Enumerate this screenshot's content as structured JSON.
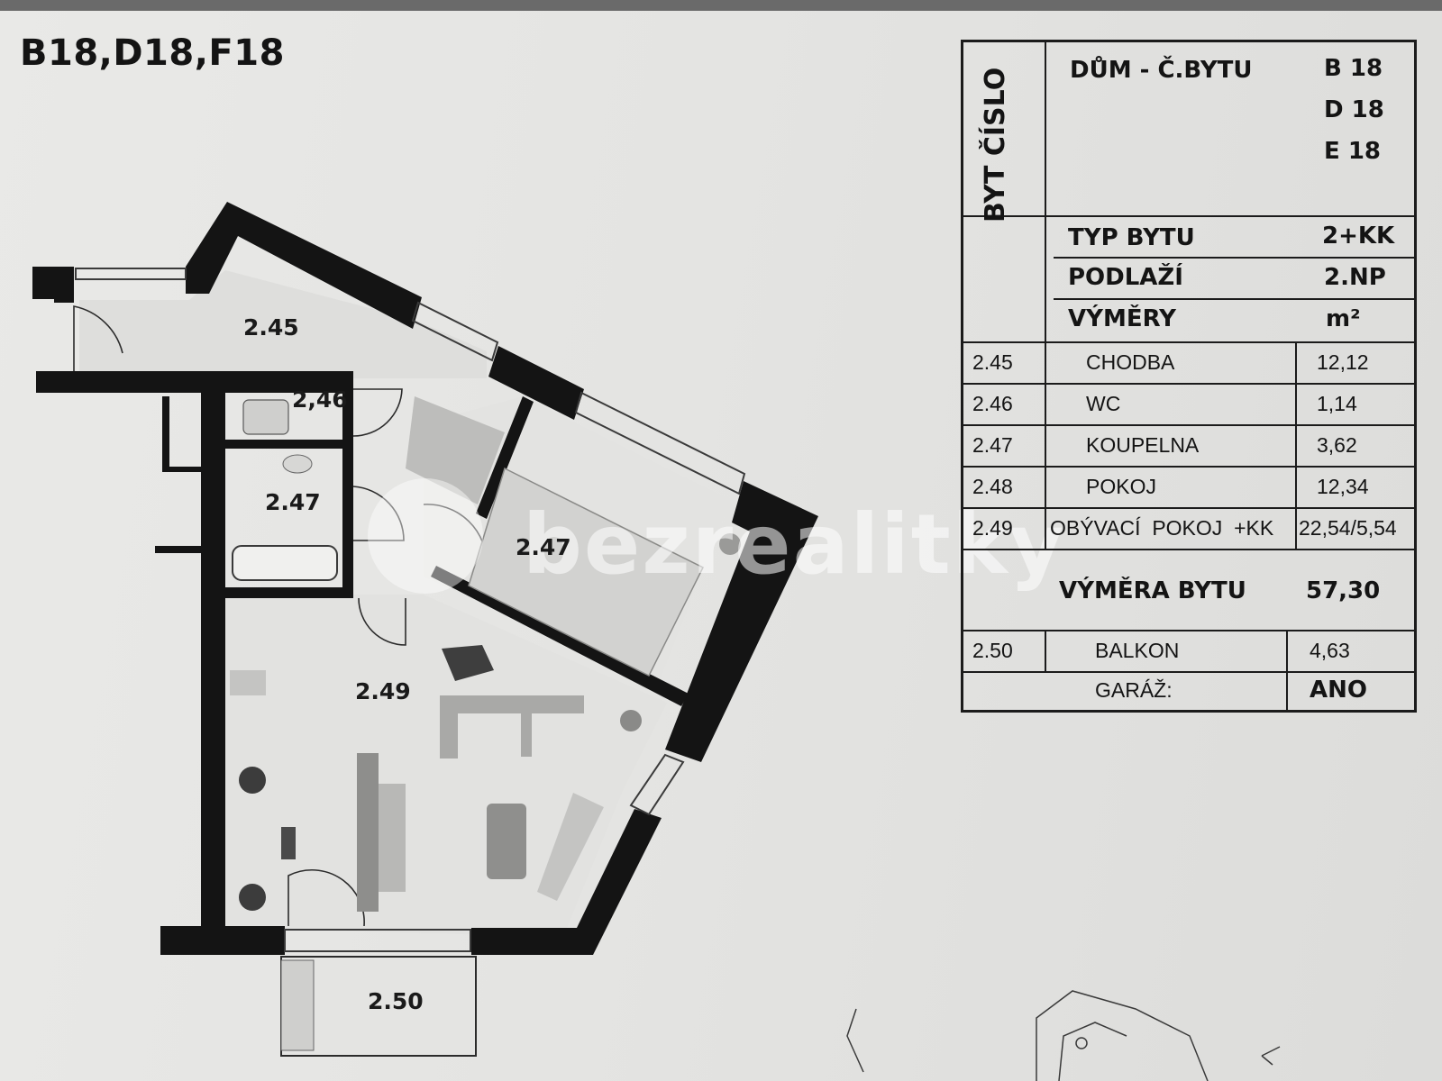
{
  "sheet": {
    "title": "B18,D18,F18"
  },
  "rooms": [
    {
      "id": "2.45",
      "label": "2.45"
    },
    {
      "id": "2.46",
      "label": "2,46"
    },
    {
      "id": "2.47",
      "label": "2.47"
    },
    {
      "id": "2.47b",
      "label": "2.47"
    },
    {
      "id": "2.49",
      "label": "2.49"
    },
    {
      "id": "2.50",
      "label": "2.50"
    }
  ],
  "watermark": {
    "text": "bezrealitky"
  },
  "info_table": {
    "side_label": "BYT ČÍSLO",
    "house_label": "DŮM - Č.BYTU",
    "house_values": [
      "B 18",
      "D 18",
      "E 18"
    ],
    "type_label": "TYP BYTU",
    "type_value": "2+KK",
    "floor_label": "PODLAŽÍ",
    "floor_value": "2.NP",
    "area_label": "VÝMĚRY",
    "area_unit": "m²",
    "rows": [
      {
        "code": "2.45",
        "name": "CHODBA",
        "area": "12,12"
      },
      {
        "code": "2.46",
        "name": "WC",
        "area": "1,14"
      },
      {
        "code": "2.47",
        "name": "KOUPELNA",
        "area": "3,62"
      },
      {
        "code": "2.48",
        "name": "POKOJ",
        "area": "12,34"
      },
      {
        "code": "2.49",
        "name": "OBÝVACÍ  POKOJ  +KK",
        "area": "22,54/5,54"
      }
    ],
    "total_label": "VÝMĚRA BYTU",
    "total_value": "57,30",
    "balcony": {
      "code": "2.50",
      "name": "BALKON",
      "area": "4,63"
    },
    "garage_label": "GARÁŽ:",
    "garage_value": "ANO"
  }
}
